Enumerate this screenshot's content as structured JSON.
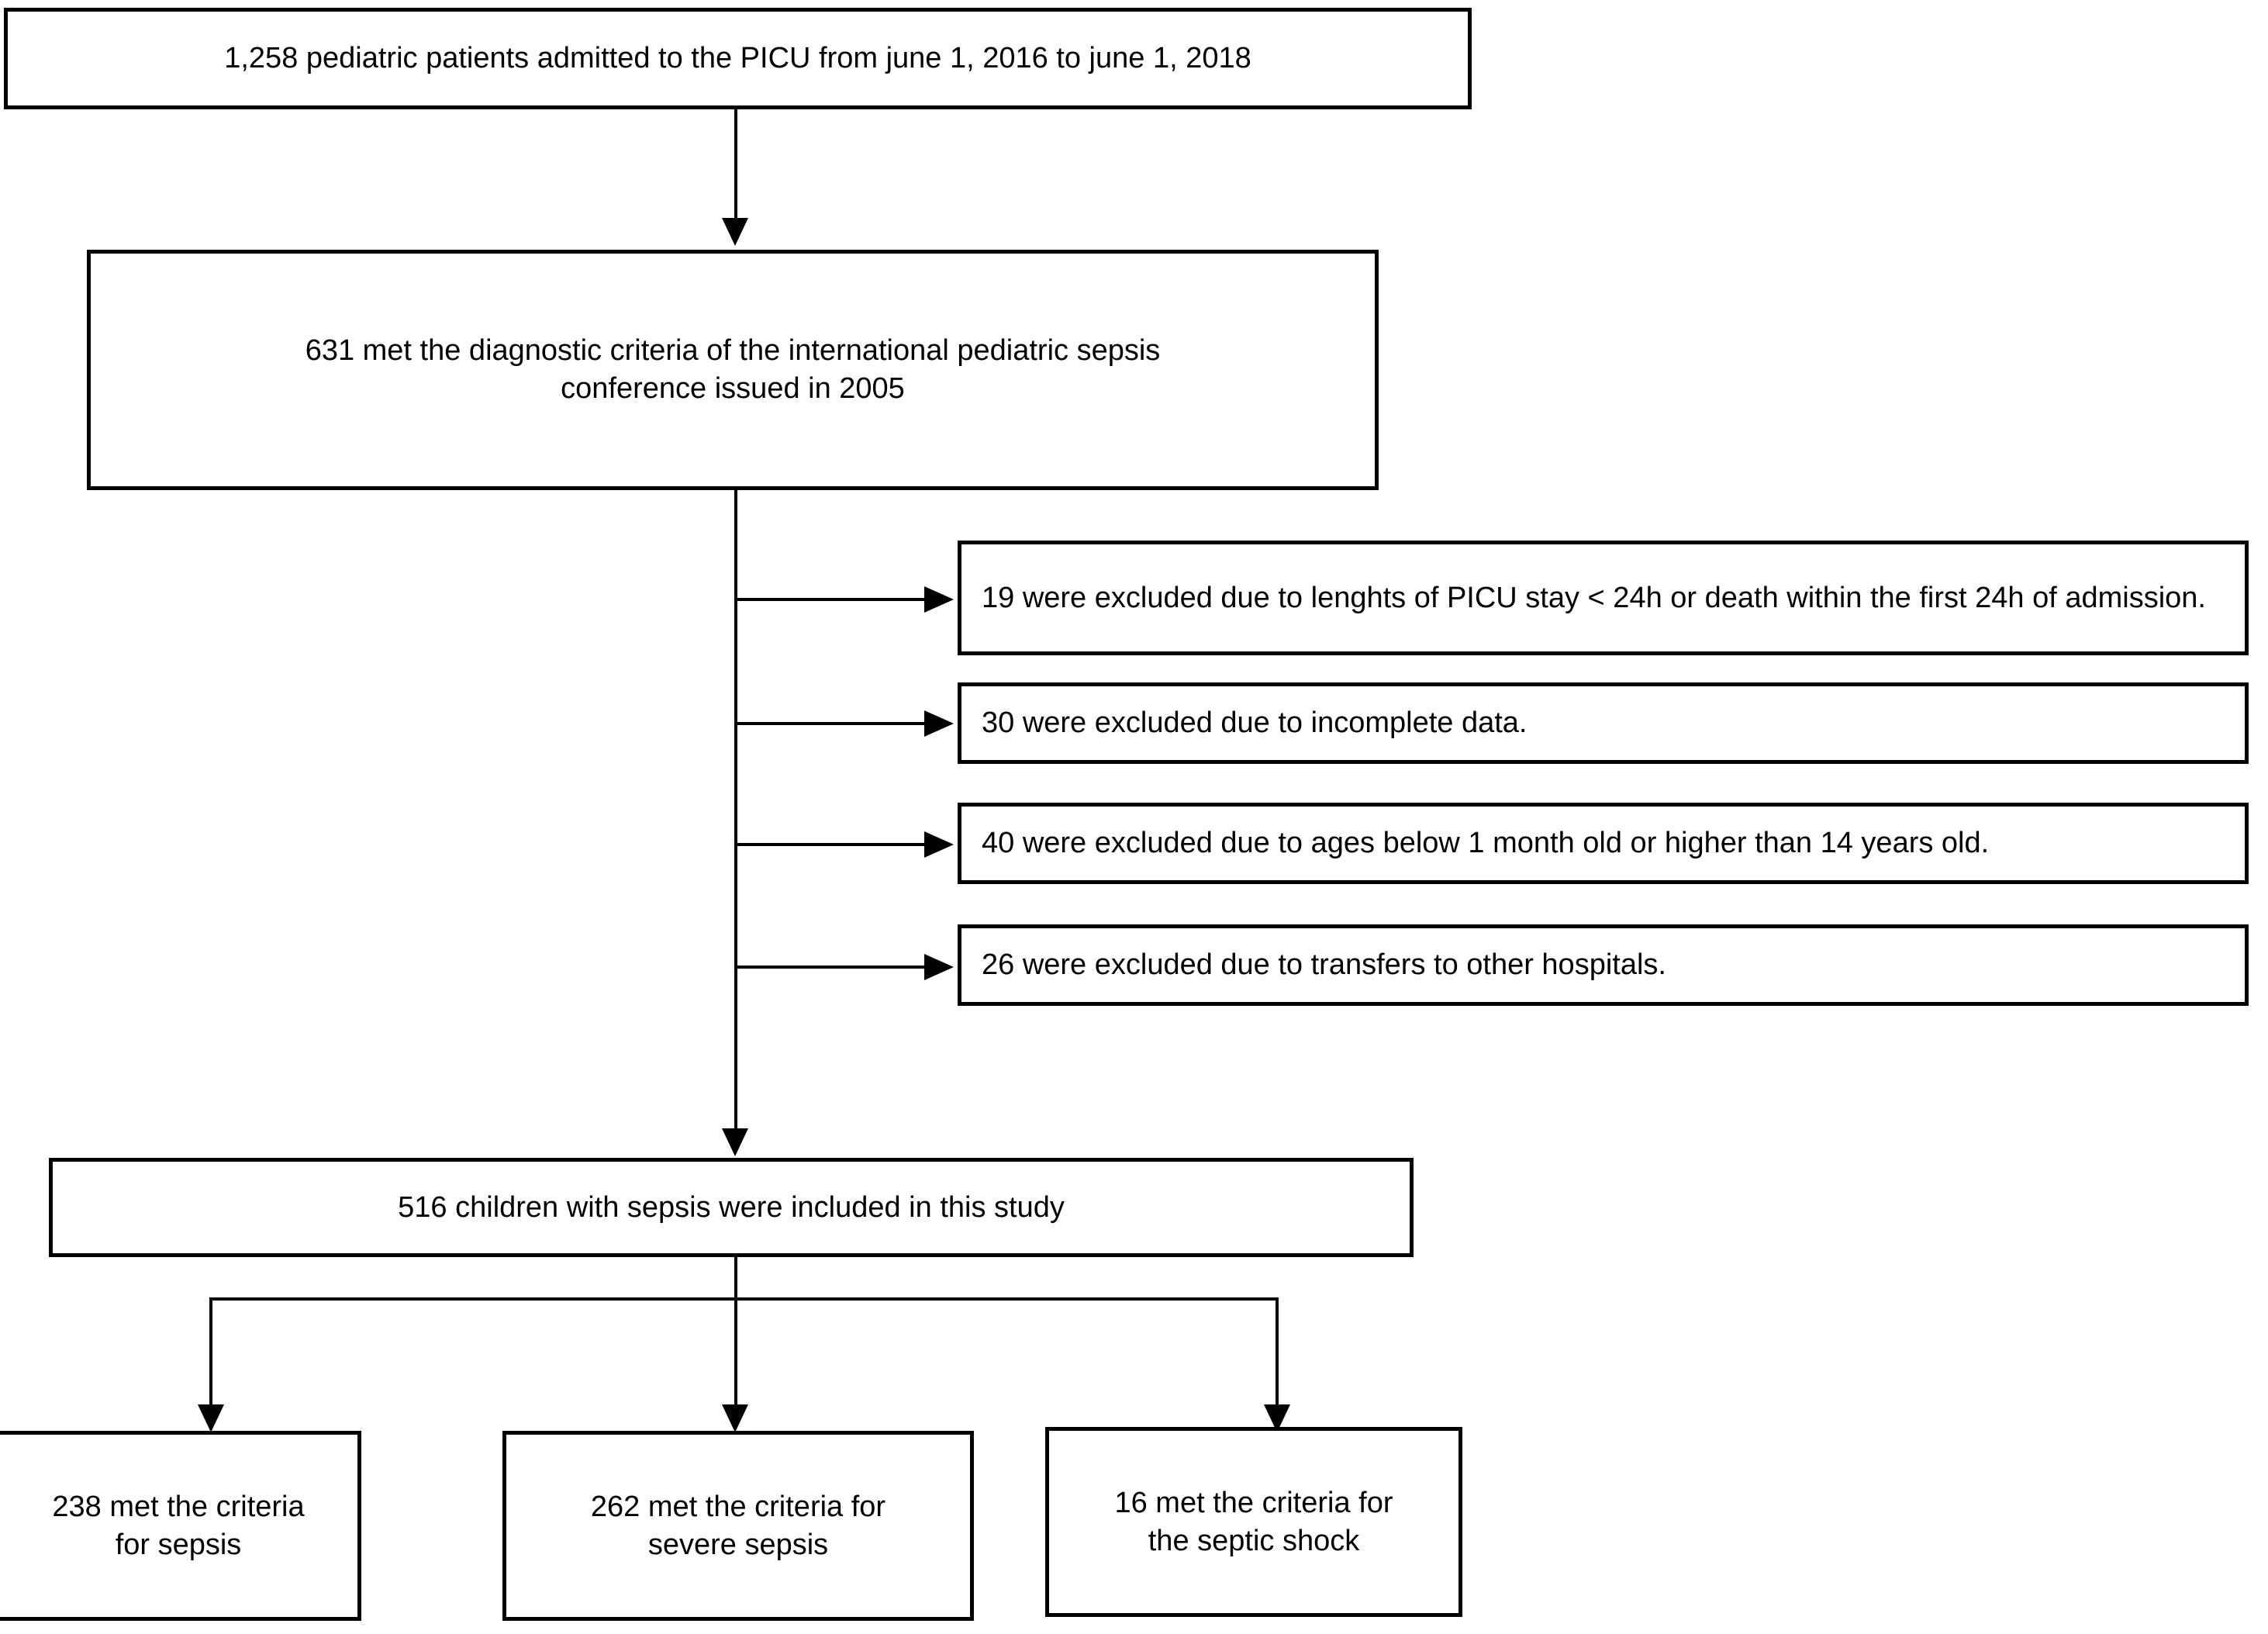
{
  "diagram": {
    "type": "flowchart",
    "title": "Pediatric sepsis study patient-selection flow diagram",
    "nodes": {
      "admitted": {
        "label": "1,258 pediatric patients admitted to the PICU from june 1, 2016 to june 1, 2018",
        "count": 1258
      },
      "criteria": {
        "label": "631 met the diagnostic criteria of the international pediatric sepsis\nconference issued in 2005",
        "count": 631
      },
      "included": {
        "label": "516 children with sepsis were included in this study",
        "count": 516
      }
    },
    "exclusions": [
      {
        "label": "19 were excluded due to lenghts of PICU stay < 24h or death within the first 24h of admission.",
        "count": 19
      },
      {
        "label": "30 were excluded due to incomplete data.",
        "count": 30
      },
      {
        "label": "40 were excluded due to ages below 1 month old or higher than 14 years old.",
        "count": 40
      },
      {
        "label": "26 were excluded due to transfers to other hospitals.",
        "count": 26
      }
    ],
    "outcomes": [
      {
        "label": "238 met the criteria\nfor sepsis",
        "count": 238
      },
      {
        "label": "262 met the criteria for\nsevere sepsis",
        "count": 262
      },
      {
        "label": "16 met the criteria for\nthe septic shock",
        "count": 16
      }
    ],
    "colors": {
      "stroke": "#000000",
      "fill": "#ffffff",
      "text": "#000000"
    }
  }
}
